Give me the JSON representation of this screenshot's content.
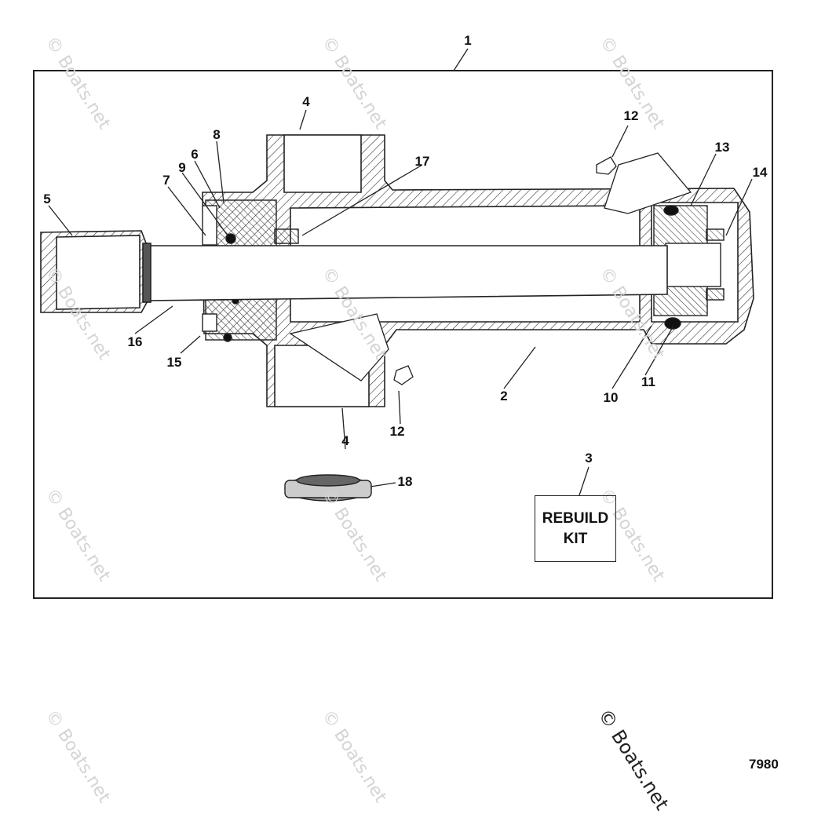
{
  "callouts": {
    "c1": "1",
    "c2": "2",
    "c3": "3",
    "c4a": "4",
    "c4b": "4",
    "c5": "5",
    "c6": "6",
    "c7": "7",
    "c8": "8",
    "c9": "9",
    "c10": "10",
    "c11": "11",
    "c12a": "12",
    "c12b": "12",
    "c13": "13",
    "c14": "14",
    "c15": "15",
    "c16": "16",
    "c17": "17",
    "c18": "18"
  },
  "rebuild_kit": {
    "line1": "REBUILD",
    "line2": "KIT"
  },
  "figure_number": "7980",
  "watermark": "© Boats.net"
}
